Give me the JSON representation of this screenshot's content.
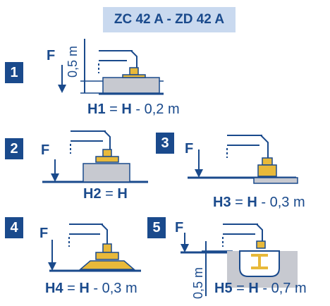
{
  "title": "ZC 42 A - ZD 42 A",
  "colors": {
    "blue": "#1a4a8c",
    "light_blue": "#c9d9ef",
    "yellow": "#e8b93a",
    "grey": "#c7c9d0"
  },
  "scenarios": [
    {
      "number": "1",
      "force": "F",
      "height_label": "0,5 m",
      "formula": {
        "var": "H1",
        "eq": " = ",
        "base": "H",
        "rest": " - 0,2 m"
      }
    },
    {
      "number": "2",
      "force": "F",
      "formula": {
        "var": "H2",
        "eq": " = ",
        "base": "H",
        "rest": ""
      }
    },
    {
      "number": "3",
      "force": "F",
      "formula": {
        "var": "H3",
        "eq": " = ",
        "base": "H",
        "rest": " - 0,3 m"
      }
    },
    {
      "number": "4",
      "force": "F",
      "formula": {
        "var": "H4",
        "eq": " = ",
        "base": "H",
        "rest": " - 0,3 m"
      }
    },
    {
      "number": "5",
      "force": "F",
      "height_label": "0,5 m",
      "formula": {
        "var": "H5",
        "eq": " = ",
        "base": "H",
        "rest": " - 0,7 m"
      }
    }
  ]
}
